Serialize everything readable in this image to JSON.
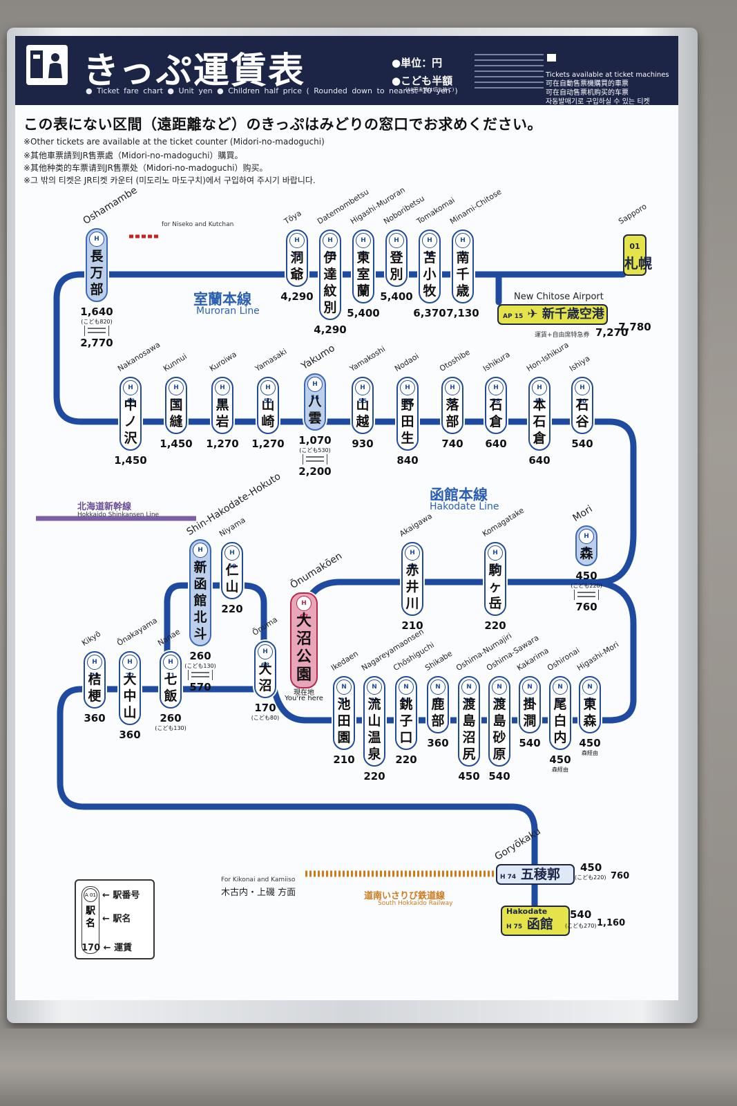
{
  "header": {
    "title": "きっぷ運賃表",
    "subtitle": "● Ticket fare chart   ● Unit yen   ● Children half price   ( Rounded down to nearest 10 yen )",
    "unit": "●単位：円",
    "children": "●こども半額",
    "children_note": "(10円未満は切り捨て)",
    "tickets_note": "Tickets available at ticket machines\n可在自動售票機購買的車票\n可在自动售票机购买的车票\n자동발매기로 구입하실 수 있는 티켓"
  },
  "notice": {
    "main": "この表にない区間（遠距離など）のきっぷはみどりの窓口でお求めください。",
    "lines": [
      "※Other tickets are available at the ticket counter (Midori-no-madoguchi)",
      "※其他車票請到JR售票處（Midori-no-madoguchi）購買。",
      "※其他种类的车票请到JR售票处（Midori-no-madoguchi）购买。",
      "※그 밖의 티켓은 JR티켓 카운터 (미도리노 마도구치)에서 구입하여 주시기 바랍니다."
    ]
  },
  "lines": {
    "muroran_jp": "室蘭本線",
    "muroran_en": "Muroran Line",
    "hakodate_jp": "函館本線",
    "hakodate_en": "Hakodate Line",
    "shinkansen_jp": "北海道新幹線",
    "shinkansen_en": "Hokkaido Shinkansen Line",
    "niseko": "for Niseko and Kutchan",
    "south_jp": "道南いさりび鉄道線",
    "south_en": "South Hokkaido Railway",
    "kikonai_en": "For Kikonai and Kamiiso",
    "kikonai_jp": "木古内・上磯 方面"
  },
  "stations": [
    {
      "id": "oshamambe",
      "rom": "Oshamambe",
      "num": "H 47",
      "jp": "長万部",
      "fare": "1,640",
      "child": "(こども820)",
      "express": "2,770"
    },
    {
      "id": "toya",
      "rom": "Tōya",
      "num": "H 41",
      "jp": "洞爺",
      "fare": "4,290"
    },
    {
      "id": "datemombetsu",
      "rom": "Datemombetsu",
      "num": "H 38",
      "jp": "伊達紋別",
      "fare": "4,290"
    },
    {
      "id": "higashimuroran",
      "rom": "Higashi-Muroran",
      "num": "H 32",
      "jp": "東室蘭",
      "fare": "5,400"
    },
    {
      "id": "noboribetsu",
      "rom": "Noboribetsu",
      "num": "H 28",
      "jp": "登別",
      "fare": "5,400"
    },
    {
      "id": "tomakomai",
      "rom": "Tomakomai",
      "num": "H 18",
      "jp": "苫小牧",
      "fare": "6,370"
    },
    {
      "id": "minamichitose",
      "rom": "Minami-Chitose",
      "num": "H 14",
      "jp": "南千歳",
      "fare": "7,130"
    },
    {
      "id": "nakanosawa",
      "rom": "Nakanosawa",
      "num": "H 48",
      "jp": "中ノ沢",
      "fare": "1,450"
    },
    {
      "id": "kunnui",
      "rom": "Kunnui",
      "num": "H 49",
      "jp": "国縫",
      "fare": "1,450"
    },
    {
      "id": "kuroiwa",
      "rom": "Kuroiwa",
      "num": "H 51",
      "jp": "黒岩",
      "fare": "1,270"
    },
    {
      "id": "yamasaki",
      "rom": "Yamasaki",
      "num": "H 52",
      "jp": "山崎",
      "fare": "1,270"
    },
    {
      "id": "yakumo",
      "rom": "Yakumo",
      "num": "H 54",
      "jp": "八雲",
      "fare": "1,070",
      "child": "(こども530)",
      "express": "2,200"
    },
    {
      "id": "yamakoshi",
      "rom": "Yamakoshi",
      "num": "H 55",
      "jp": "山越",
      "fare": "930"
    },
    {
      "id": "nodaoi",
      "rom": "Nodaoi",
      "num": "H 56",
      "jp": "野田生",
      "fare": "840"
    },
    {
      "id": "otoshibe",
      "rom": "Otoshibe",
      "num": "H 57",
      "jp": "落部",
      "fare": "740"
    },
    {
      "id": "ishikura",
      "rom": "Ishikura",
      "num": "H 58",
      "jp": "石倉",
      "fare": "640"
    },
    {
      "id": "honishikura",
      "rom": "Hon-Ishikura",
      "num": "H 59",
      "jp": "本石倉",
      "fare": "640"
    },
    {
      "id": "ishiya",
      "rom": "Ishiya",
      "num": "H 60",
      "jp": "石谷",
      "fare": "540"
    },
    {
      "id": "shinhakodate",
      "rom": "Shin-Hakodate-Hokuto",
      "num": "H 70",
      "jp": "新函館北斗",
      "fare": "260",
      "child": "(こども130)",
      "express": "570"
    },
    {
      "id": "niyama",
      "rom": "Niyama",
      "num": "H 69",
      "jp": "仁山",
      "fare": "220"
    },
    {
      "id": "akaigawa",
      "rom": "Akaigawa",
      "num": "H 66",
      "jp": "赤井川",
      "fare": "210"
    },
    {
      "id": "komagatake",
      "rom": "Komagatake",
      "num": "H 65",
      "jp": "駒ヶ岳",
      "fare": "220"
    },
    {
      "id": "mori",
      "rom": "Mori",
      "num": "H 62",
      "jp": "森",
      "fare": "450",
      "child": "(こども220)",
      "express": "760"
    },
    {
      "id": "onumakoen",
      "rom": "Ōnumakōen",
      "num": "H 67",
      "jp": "大沼公園",
      "here_jp": "現在地",
      "here_en": "You're here"
    },
    {
      "id": "kikyo",
      "rom": "Kikyō",
      "num": "H 73",
      "jp": "桔梗",
      "fare": "360"
    },
    {
      "id": "onakayama",
      "rom": "Ōnakayama",
      "num": "H 72",
      "jp": "大中山",
      "fare": "360"
    },
    {
      "id": "nanae",
      "rom": "Nanae",
      "num": "H 71",
      "jp": "七飯",
      "fare": "260",
      "child": "(こども130)"
    },
    {
      "id": "onuma",
      "rom": "Ōnuma",
      "num": "H 68",
      "jp": "大沼",
      "fare": "170",
      "child": "(こども80)"
    },
    {
      "id": "ikedaen",
      "rom": "Ikedaen",
      "num": "N 71",
      "jp": "池田園",
      "fare": "210"
    },
    {
      "id": "nagareyama",
      "rom": "Nagareyamaonsen",
      "num": "N 70",
      "jp": "流山温泉",
      "fare": "220"
    },
    {
      "id": "choshiguchi",
      "rom": "Chōshiguchi",
      "num": "N 69",
      "jp": "銚子口",
      "fare": "220"
    },
    {
      "id": "shikabe",
      "rom": "Shikabe",
      "num": "N 68",
      "jp": "鹿部",
      "fare": "360"
    },
    {
      "id": "oshimanumajiri",
      "rom": "Oshima-Numajiri",
      "num": "N 67",
      "jp": "渡島沼尻",
      "fare": "450"
    },
    {
      "id": "oshimasawara",
      "rom": "Oshima-Sawara",
      "num": "N 66",
      "jp": "渡島砂原",
      "fare": "540"
    },
    {
      "id": "kakarima",
      "rom": "Kakarima",
      "num": "N 65",
      "jp": "掛澗",
      "fare": "540"
    },
    {
      "id": "oshironai",
      "rom": "Oshironai",
      "num": "N 64",
      "jp": "尾白内",
      "fare": "450",
      "via": "森経由"
    },
    {
      "id": "higashimori",
      "rom": "Higashi-Mori",
      "num": "N 63",
      "jp": "東森",
      "fare": "450",
      "via": "森経由"
    }
  ],
  "special": {
    "sapporo": {
      "rom": "Sapporo",
      "num": "01",
      "jp": "札幌",
      "fare": "7,780"
    },
    "airport": {
      "rom": "New Chitose Airport",
      "num": "AP 15",
      "jp": "新千歳空港",
      "fare": "7,270",
      "label": "運賃+自由席特急券"
    },
    "goryokaku": {
      "rom": "Goryōkaku",
      "num": "H 74",
      "jp": "五稜郭",
      "fare": "450",
      "child": "(こども220)",
      "express": "760"
    },
    "hakodate": {
      "rom": "Hakodate",
      "num": "H 75",
      "jp": "函館",
      "fare": "540",
      "child": "(こども270)",
      "express": "1,160"
    }
  },
  "legend": {
    "num": "A 01",
    "num_label": "駅番号",
    "name": "駅名",
    "name_label": "駅名",
    "fare": "170",
    "fare_label": "運賃"
  },
  "colors": {
    "line": "#1e4aa0",
    "header": "#1d2547",
    "shinkansen": "#7b5ea7",
    "south": "#d07a1e",
    "here": "#e8a6b8"
  }
}
